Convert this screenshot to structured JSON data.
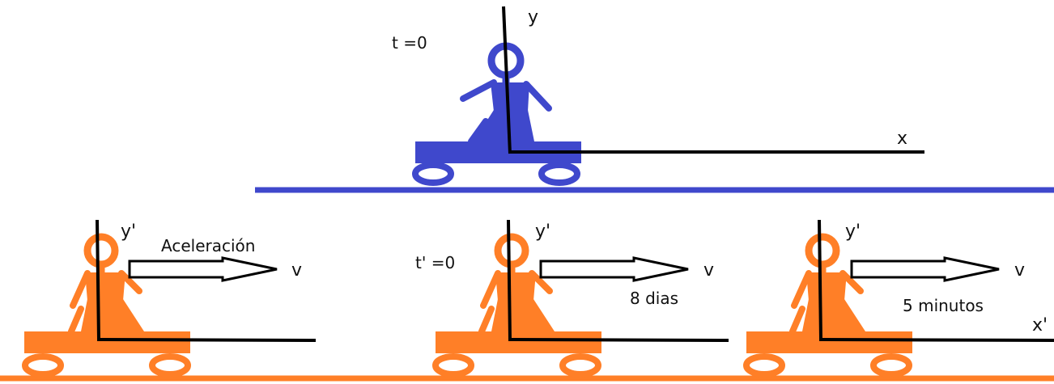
{
  "colors": {
    "stationary": "#3f48cc",
    "moving": "#ff7f27",
    "axis": "#000000",
    "background": "#ffffff"
  },
  "top": {
    "time_label": "t =0",
    "y_label": "y",
    "x_label": "x"
  },
  "bottom": {
    "frames": [
      {
        "y_label": "y'",
        "caption": "Aceleración",
        "v_label": "v",
        "x_label": "",
        "time_label": ""
      },
      {
        "y_label": "y'",
        "caption": "8 dias",
        "v_label": "v",
        "x_label": "",
        "time_label": "t' =0"
      },
      {
        "y_label": "y'",
        "caption": "5 minutos",
        "v_label": "v",
        "x_label": "x'",
        "time_label": ""
      }
    ]
  }
}
